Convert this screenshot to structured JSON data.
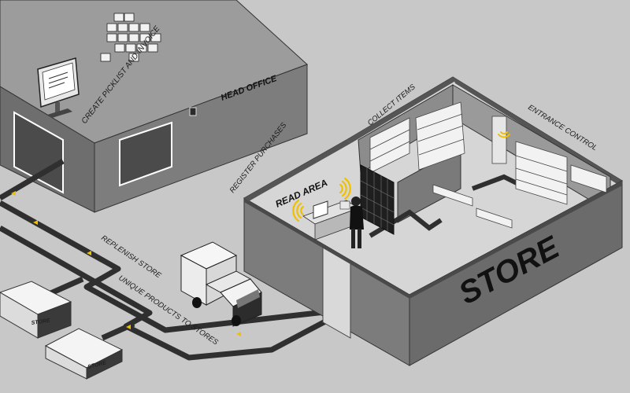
{
  "labels": {
    "head_office": "HEAD OFFICE",
    "create_picklist": "CREATE PICKLIST AND INVOICE",
    "collect_items": "COLLECT ITEMS",
    "entrance_control": "ENTRANCE CONTROL",
    "register_purchases": "REGISTER PURCHASES",
    "read_area": "READ AREA",
    "replenish_store": "REPLENISH STORE",
    "unique_products": "UNIQUE PRODUCTS TO STORES",
    "store_main": "STORE",
    "store_box_1": "STORE",
    "store_box_2": "STORE"
  },
  "icons": {
    "rfid_signal": "rfid-wave-icon",
    "monitor": "monitor-icon",
    "truck": "delivery-truck-icon",
    "person": "shopper-figure-icon",
    "boxes": "cardboard-boxes-icon"
  },
  "colors": {
    "background": "#c8c8c8",
    "wall_dark": "#6a6a6a",
    "wall_mid": "#8c8c8c",
    "roof": "#9a9a9a",
    "floor": "#d4d4d4",
    "path": "#2f2f2f",
    "rfid_accent": "#f0c000",
    "white": "#ffffff"
  }
}
